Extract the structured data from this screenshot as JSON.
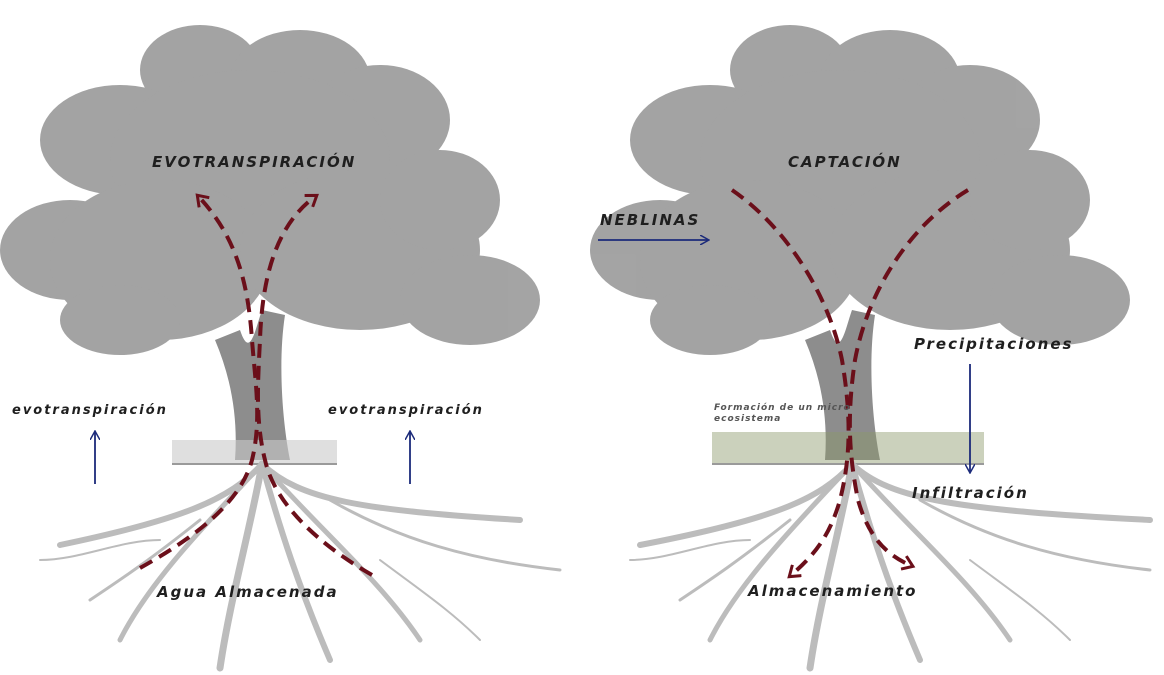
{
  "colors": {
    "tree": "#9a9a9a",
    "roots": "#bcbcbc",
    "flow_arrow": "#6b0f1a",
    "blue_arrow": "#1b2a7a",
    "grass": "#8c9a6a"
  },
  "left_panel": {
    "title": "EVOTRANSPIRACIÓN",
    "side_left": "evotranspiración",
    "side_right": "evotranspiración",
    "bottom": "Agua Almacenada"
  },
  "right_panel": {
    "title": "CAPTACIÓN",
    "fog": "NEBLINAS",
    "rain": "Precipitaciones",
    "micro": "Formación de un micro ecosistema",
    "infiltration": "Infiltración",
    "storage": "Almacenamiento"
  }
}
